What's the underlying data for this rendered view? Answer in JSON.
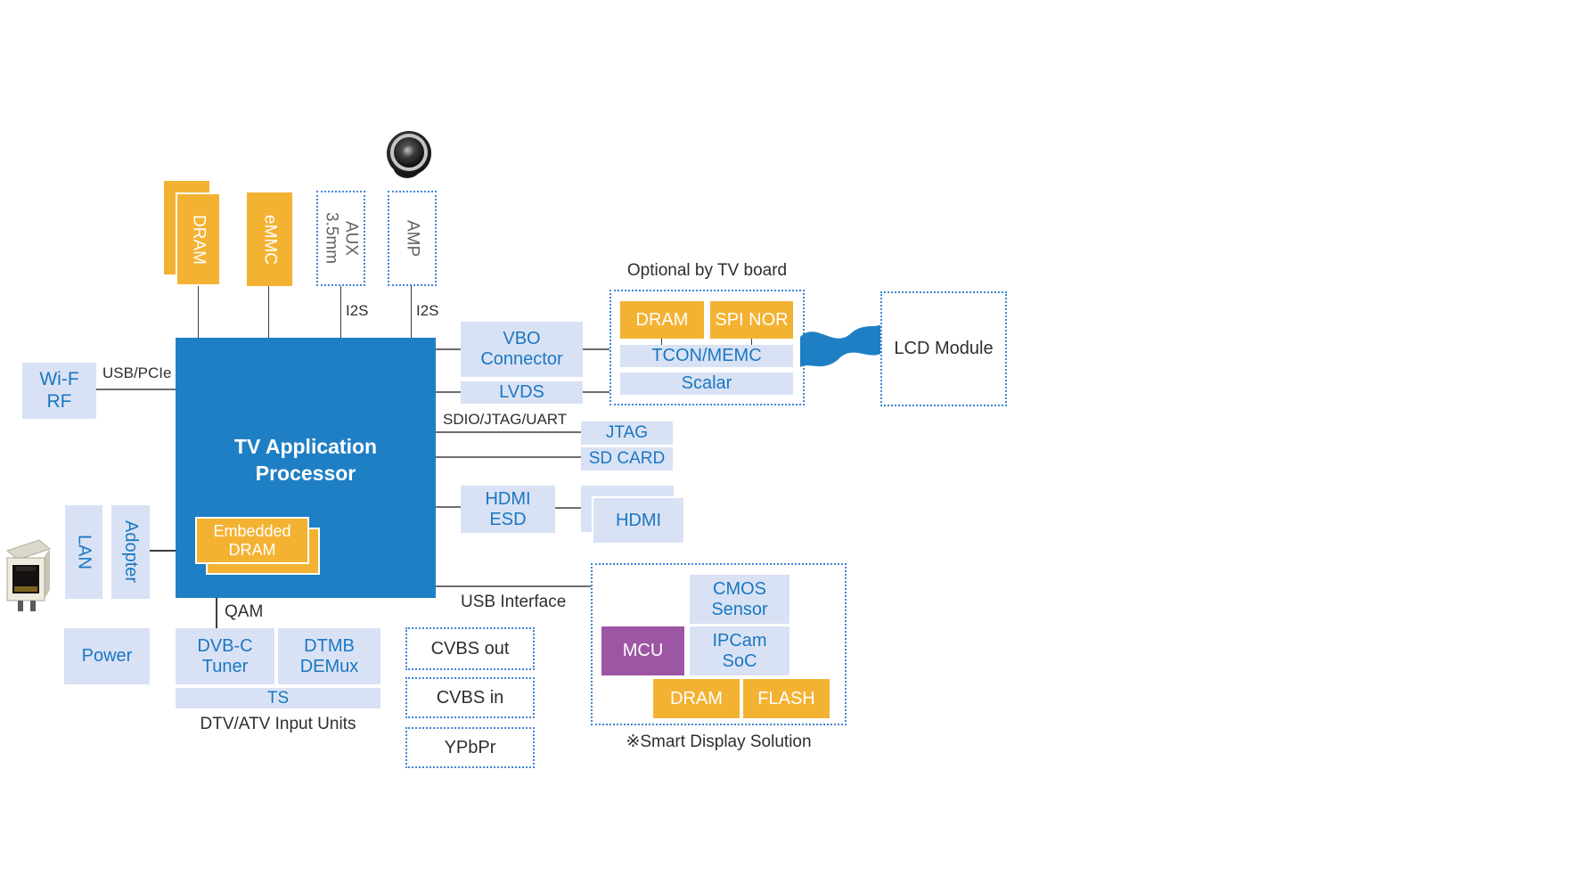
{
  "colors": {
    "processor_blue": "#1f7fc4",
    "panel_blue": "#d9e2f4",
    "label_blue": "#1b77c2",
    "accent_orange": "#f4b233",
    "mcu_purple": "#9d56a3",
    "dotted_border_blue": "#3f86d8",
    "text_dark": "#2e2e2e",
    "text_gray": "#636363",
    "line_gray": "#6e6e6e"
  },
  "top": {
    "dram_label": "DRAM",
    "emmc_label": "eMMC",
    "aux_label": "3.5mm\nAUX",
    "amp_label": "AMP",
    "i2s_left_label": "I2S",
    "i2s_right_label": "I2S"
  },
  "left": {
    "wifi_label": "Wi-F\nRF",
    "usb_pcie_label": "USB/PCIe",
    "lan_label": "LAN",
    "adopter_label": "Adopter",
    "power_label": "Power"
  },
  "processor": {
    "title": "TV Application\nProcessor",
    "embedded_dram_label": "Embedded\nDRAM"
  },
  "tuner": {
    "qam_label": "QAM",
    "dvbc_label": "DVB-C\nTuner",
    "dtmb_label": "DTMB\nDEMux",
    "ts_label": "TS",
    "caption": "DTV/ATV Input Units"
  },
  "av": {
    "cvbs_out_label": "CVBS out",
    "cvbs_in_label": "CVBS in",
    "ypbpr_label": "YPbPr"
  },
  "display_out": {
    "vbo_label": "VBO\nConnector",
    "lvds_label": "LVDS",
    "sdio_label": "SDIO/JTAG/UART",
    "jtag_label": "JTAG",
    "sd_card_label": "SD CARD",
    "hdmi_esd_label": "HDMI\nESD",
    "hdmi_label": "HDMI",
    "usb_interface_label": "USB Interface"
  },
  "optional_board": {
    "caption": "Optional by TV board",
    "dram_label": "DRAM",
    "spi_nor_label": "SPI NOR",
    "tcon_label": "TCON/MEMC",
    "scalar_label": "Scalar"
  },
  "lcd": {
    "label": "LCD Module"
  },
  "smart_display": {
    "cmos_label": "CMOS\nSensor",
    "mcu_label": "MCU",
    "ipcam_label": "IPCam\nSoC",
    "dram_label": "DRAM",
    "flash_label": "FLASH",
    "caption": "※Smart Display Solution"
  }
}
